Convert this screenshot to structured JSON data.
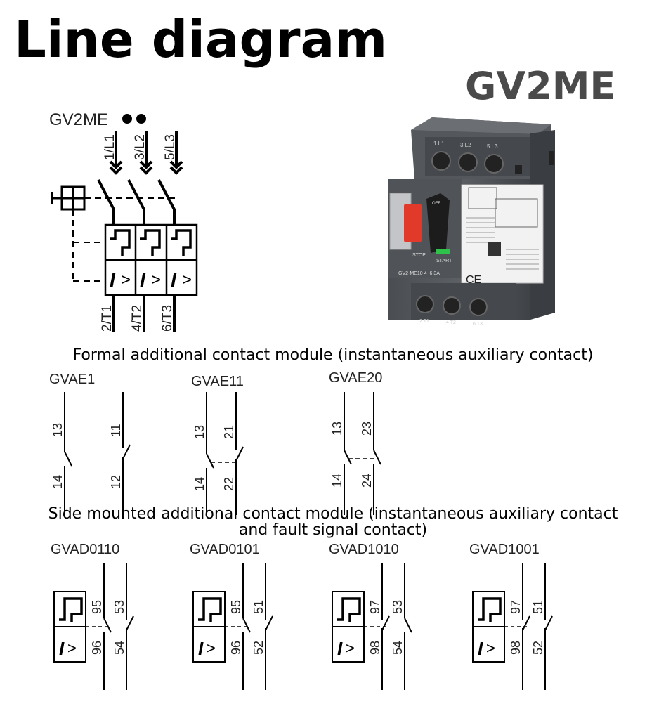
{
  "page_title": "Line diagram",
  "product_name": "GV2ME",
  "main_diagram": {
    "label": "GV2ME",
    "top_terminals": [
      "1/L1",
      "3/L2",
      "5/L3"
    ],
    "bottom_terminals": [
      "2/T1",
      "4/T2",
      "6/T3"
    ]
  },
  "device_photo": {
    "top_terminal_marks": [
      "1 L1",
      "3 L2",
      "5 L3"
    ],
    "stop_label": "STOP",
    "start_label": "START",
    "off_label": "OFF",
    "model_label": "GV2-ME10 4~6.3A",
    "ce_mark": "CE",
    "bottom_terminal_marks": [
      "2 T1",
      "4 T2",
      "6 T3"
    ]
  },
  "section_front": {
    "heading": "Formal additional contact module (instantaneous auxiliary contact)",
    "modules": [
      {
        "name": "GVAE1",
        "c1_top": "13",
        "c1_bot": "14",
        "c2_top": "11",
        "c2_bot": "12"
      },
      {
        "name": "GVAE11",
        "c1_top": "13",
        "c1_bot": "14",
        "c2_top": "21",
        "c2_bot": "22"
      },
      {
        "name": "GVAE20",
        "c1_top": "13",
        "c1_bot": "14",
        "c2_top": "23",
        "c2_bot": "24"
      }
    ]
  },
  "section_side": {
    "heading_line1": "Side mounted additional contact module (instantaneous auxiliary contact",
    "heading_line2": "and fault signal contact)",
    "modules": [
      {
        "name": "GVAD0110",
        "c1_top": "95",
        "c1_bot": "96",
        "c2_top": "53",
        "c2_bot": "54"
      },
      {
        "name": "GVAD0101",
        "c1_top": "95",
        "c1_bot": "96",
        "c2_top": "51",
        "c2_bot": "52"
      },
      {
        "name": "GVAD1010",
        "c1_top": "97",
        "c1_bot": "98",
        "c2_top": "53",
        "c2_bot": "54"
      },
      {
        "name": "GVAD1001",
        "c1_top": "97",
        "c1_bot": "98",
        "c2_top": "51",
        "c2_bot": "52"
      }
    ]
  }
}
